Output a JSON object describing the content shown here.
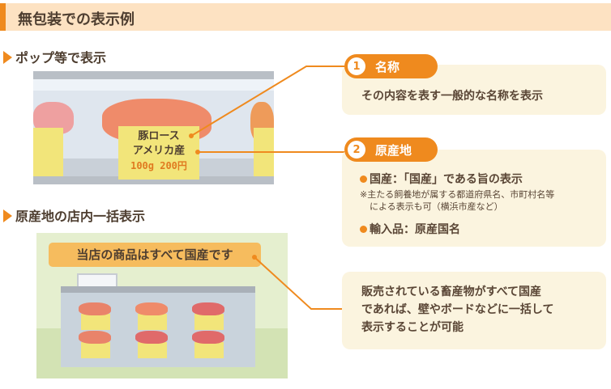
{
  "header": {
    "title": "無包装での表示例"
  },
  "section1": {
    "title": "ポップ等で表示",
    "pop": {
      "name": "豚ロース",
      "origin": "アメリカ産",
      "price": "100g 200円"
    }
  },
  "section2": {
    "title": "原産地の店内一括表示",
    "sign": "当店の商品はすべて国産です"
  },
  "item1": {
    "number": "1",
    "label": "名称",
    "description": "その内容を表す一般的な名称を表示"
  },
  "item2": {
    "number": "2",
    "label": "原産地",
    "domestic": "国産：「国産」である旨の表示",
    "note_line1": "※主たる飼養地が属する都道府県名、市町村名等",
    "note_line2": "による表示も可（横浜市産など）",
    "imported": "輸入品：原産国名"
  },
  "item3": {
    "description_line1": "販売されている畜産物がすべて国産",
    "description_line2": "であれば、壁やボードなどに一括して",
    "description_line3": "表示することが可能"
  },
  "colors": {
    "accent": "#ef8a1e",
    "card": "#fbf4df",
    "header": "#fde2c2",
    "scene": "#e5efcf"
  }
}
